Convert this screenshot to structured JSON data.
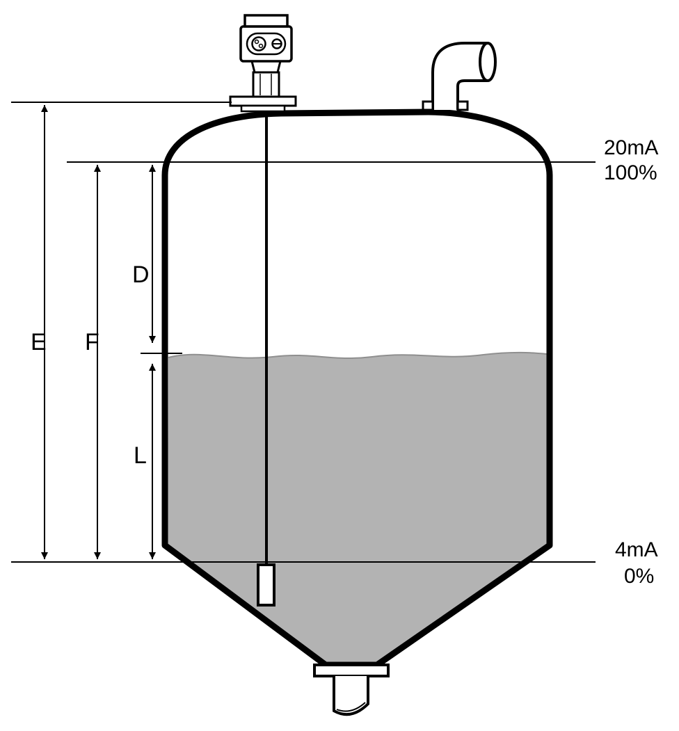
{
  "diagram": {
    "kind": "guided-wave-radar-level-measurement-tank",
    "annotations": {
      "top_current": "20mA",
      "top_percent": "100%",
      "bottom_current": "4mA",
      "bottom_percent": "0%"
    },
    "dimensions": {
      "empty_reference": "E",
      "full_span": "F",
      "distance_to_surface": "D",
      "level": "L"
    },
    "colors": {
      "outline": "#000000",
      "liquid": "#b3b3b3",
      "liquid_edge": "#8f8f8f",
      "background": "#ffffff"
    }
  }
}
